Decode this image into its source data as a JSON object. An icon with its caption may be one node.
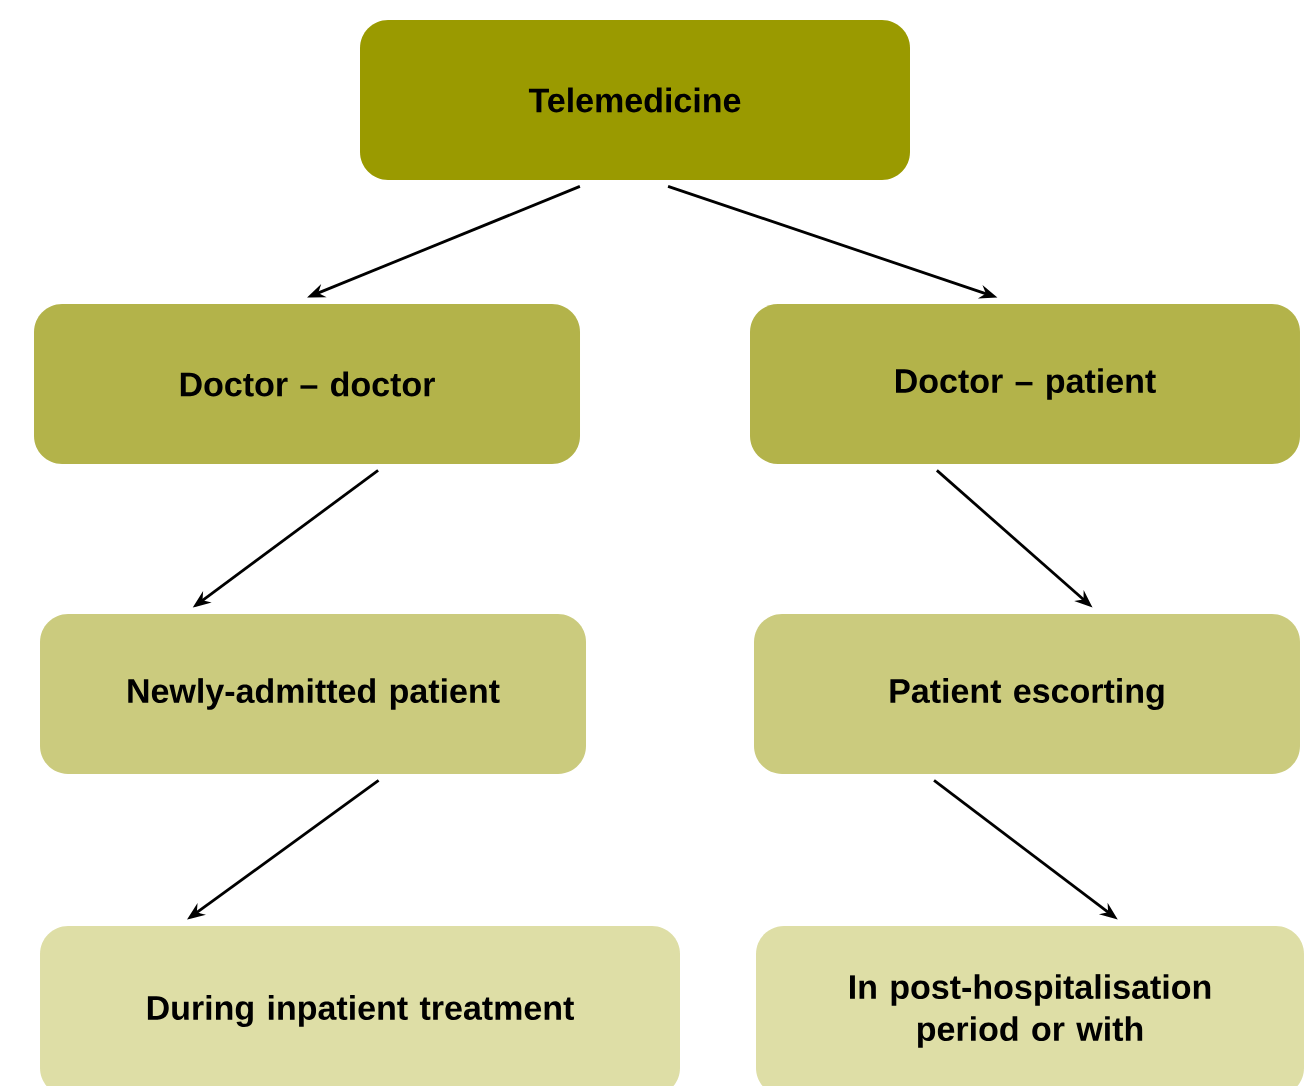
{
  "diagram": {
    "nodes": [
      {
        "text": [
          "Telemedicine"
        ]
      },
      {
        "text": [
          "Doctor – doctor"
        ]
      },
      {
        "text": [
          "Doctor – patient"
        ]
      },
      {
        "text": [
          "Newly-admitted patient"
        ]
      },
      {
        "text": [
          "Patient escorting"
        ]
      },
      {
        "text": [
          "During inpatient treatment"
        ]
      },
      {
        "text": [
          "In post-hospitalisation period or with"
        ]
      }
    ],
    "edges": [
      {
        "from": 0,
        "to": 1,
        "arrow": "to"
      },
      {
        "from": 0,
        "to": 2,
        "arrow": "to"
      },
      {
        "from": 1,
        "to": 3,
        "arrow": "to"
      },
      {
        "from": 2,
        "to": 4,
        "arrow": "to"
      },
      {
        "from": 3,
        "to": 5,
        "arrow": "to"
      },
      {
        "from": 4,
        "to": 6,
        "arrow": "to"
      }
    ]
  }
}
